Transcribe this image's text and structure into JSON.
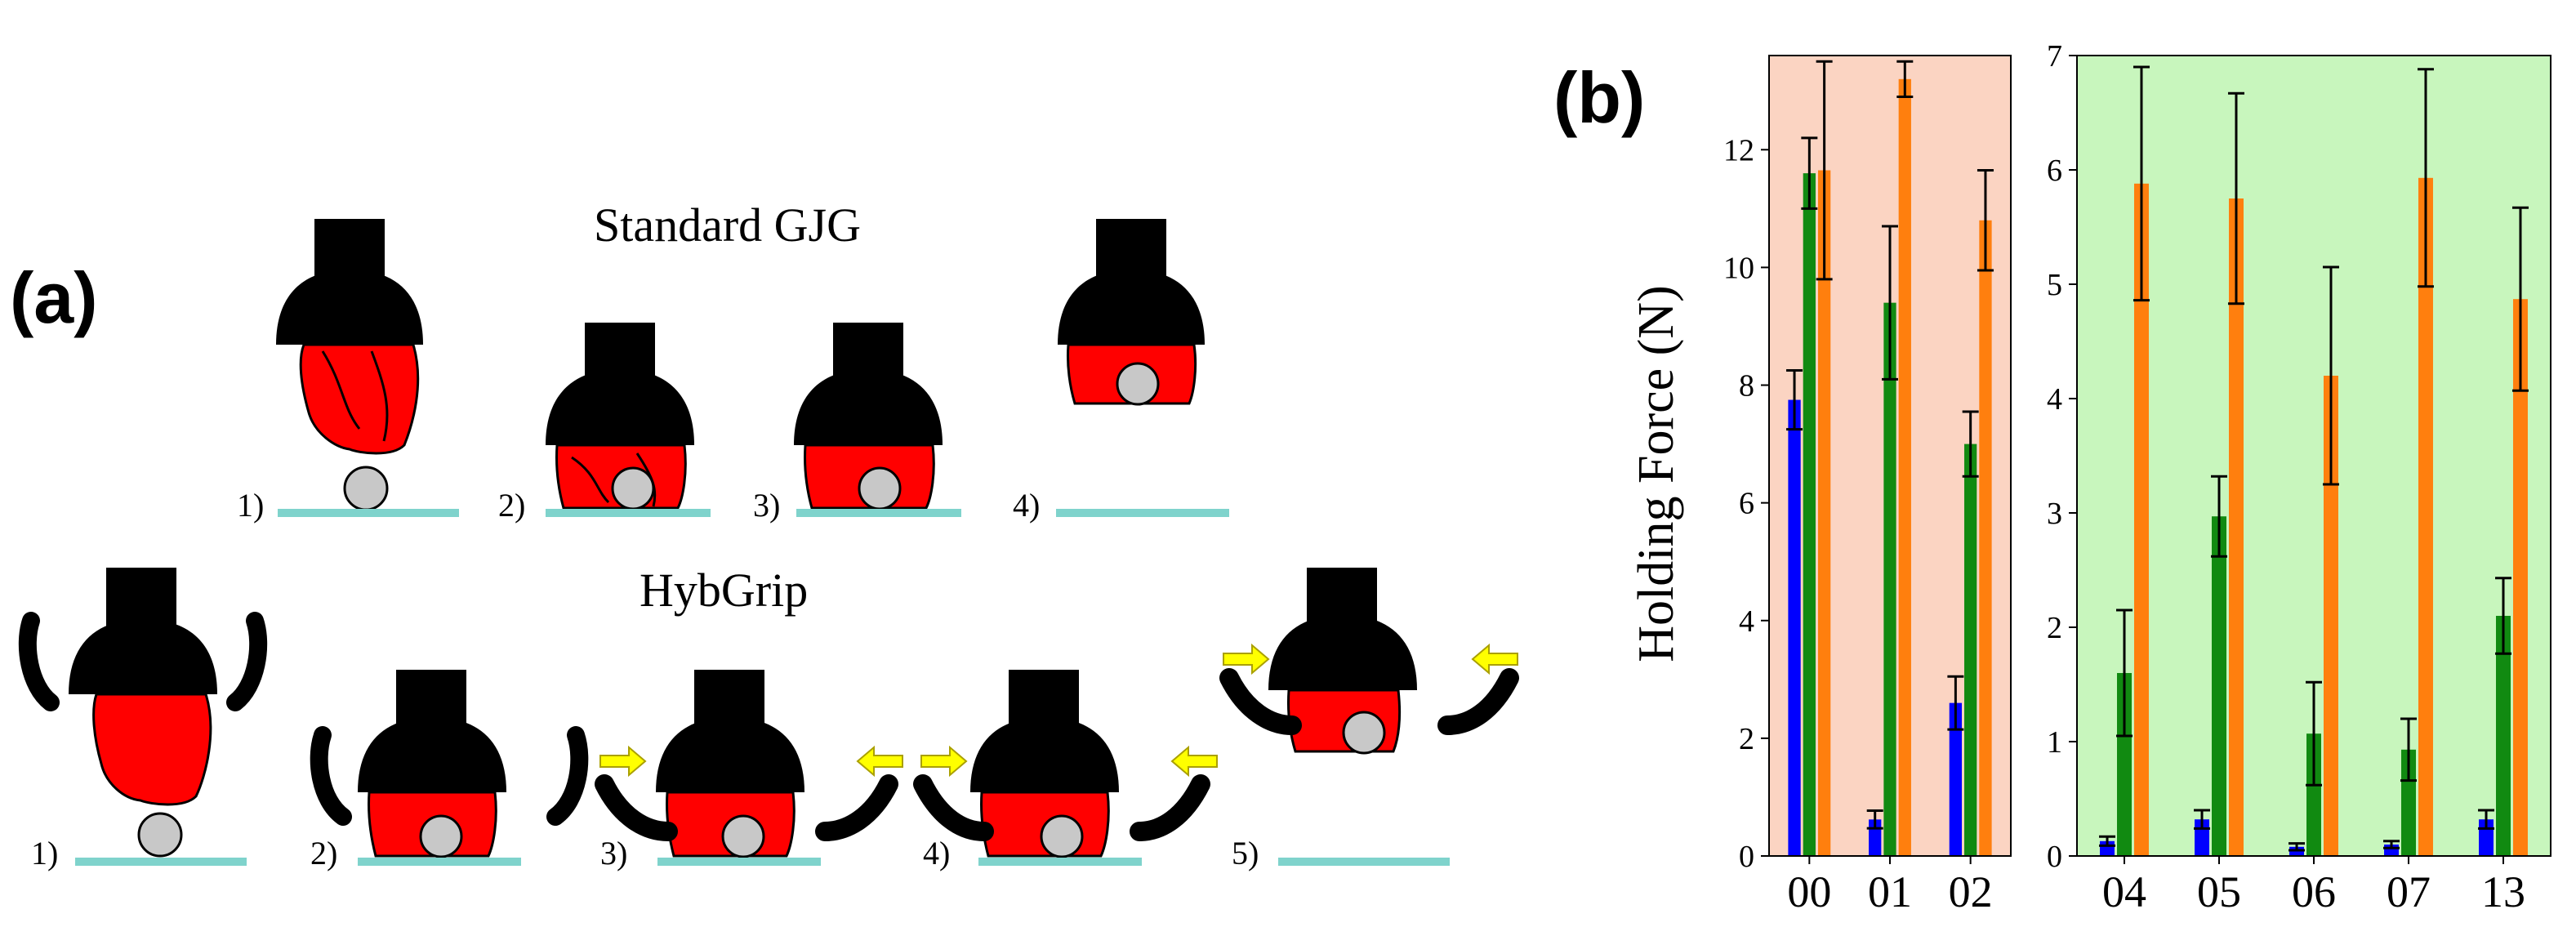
{
  "panel_a": {
    "label": "(a)",
    "standard_title": "Standard GJG",
    "hybgrip_title": "HybGrip",
    "standard_steps": [
      "1)",
      "2)",
      "3)",
      "4)"
    ],
    "hybgrip_steps": [
      "1)",
      "2)",
      "3)",
      "4)",
      "5)"
    ]
  },
  "panel_b": {
    "label": "(b)"
  },
  "colors": {
    "gripper_body": "#000000",
    "membrane": "#ff0000",
    "object": "#c8c8c8",
    "surface": "#7fd3cc",
    "arrow": "#ffff00",
    "bg_left": "#fbd4c2",
    "bg_right": "#c8f6bd",
    "series_blue": "#0000ff",
    "series_green": "#118a11",
    "series_orange": "#ff7f0e"
  },
  "chart_data": [
    {
      "type": "bar",
      "ylabel": "Holding Force (N)",
      "categories": [
        "00",
        "01",
        "02"
      ],
      "ylim": [
        0,
        13.6
      ],
      "yticks": [
        "0",
        "2",
        "4",
        "6",
        "8",
        "10",
        "12"
      ],
      "grid": false,
      "series": [
        {
          "values": [
            7.75,
            0.62,
            2.6
          ],
          "errors": [
            0.5,
            0.15,
            0.45
          ]
        },
        {
          "values": [
            11.6,
            9.4,
            7.0
          ],
          "errors": [
            0.6,
            1.3,
            0.55
          ]
        },
        {
          "values": [
            11.65,
            13.2,
            10.8
          ],
          "errors": [
            1.85,
            0.3,
            0.85
          ]
        }
      ]
    },
    {
      "type": "bar",
      "ylabel": "",
      "categories": [
        "04",
        "05",
        "06",
        "07",
        "13"
      ],
      "ylim": [
        0,
        7
      ],
      "yticks": [
        "0",
        "1",
        "2",
        "3",
        "4",
        "5",
        "6",
        "7"
      ],
      "grid": false,
      "series": [
        {
          "values": [
            0.13,
            0.32,
            0.08,
            0.1,
            0.32
          ],
          "errors": [
            0.04,
            0.08,
            0.03,
            0.03,
            0.08
          ]
        },
        {
          "values": [
            1.6,
            2.97,
            1.07,
            0.93,
            2.1
          ],
          "errors": [
            0.55,
            0.35,
            0.45,
            0.27,
            0.33
          ]
        },
        {
          "values": [
            5.88,
            5.75,
            4.2,
            5.93,
            4.87
          ],
          "errors": [
            1.02,
            0.92,
            0.95,
            0.95,
            0.8
          ]
        }
      ]
    }
  ]
}
